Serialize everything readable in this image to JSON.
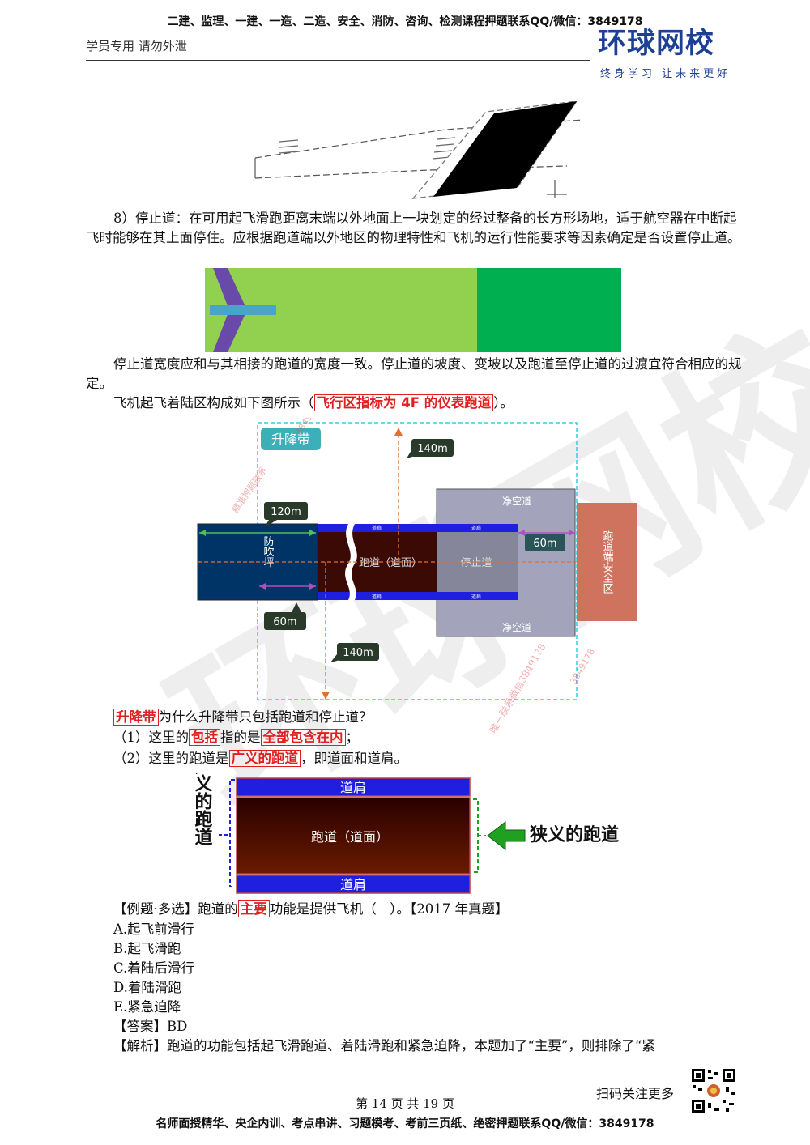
{
  "header": {
    "banner": "二建、监理、一建、一造、二造、安全、消防、咨询、检测课程押题联系QQ/微信：3849178",
    "left": "学员专用 请勿外泄",
    "logo": "环球网校",
    "slogan": "终身学习 让未来更好"
  },
  "stopway": {
    "para": "8）停止道：在可用起飞滑跑距离末端以外地面上一块划定的经过整备的长方形场地，适于航空器在中断起飞时能够在其上面停住。应根据跑道端以外地区的物理特性和飞机的运行性能要求等因素确定是否设置停止道。",
    "para2": "停止道宽度应和与其相接的跑道的宽度一致。停止道的坡度、变坡以及跑道至停止道的过渡宜符合相应的规定。",
    "para3_prefix": "飞机起飞着陆区构成如下图所示（",
    "para3_highlight": "飞行区指标为 4F 的仪表跑道",
    "para3_suffix": "）。"
  },
  "diagram": {
    "strip_label": "升降带",
    "dim_140_top": "140m",
    "dim_120": "120m",
    "dim_60_left": "60m",
    "dim_60_right": "60m",
    "dim_140_bottom": "140m",
    "blast_pad": "防吹坪",
    "runway": "跑道（道面）",
    "stopway": "停止道",
    "clearway_top": "净空道",
    "clearway_bottom": "净空道",
    "resa": "跑道端安全区",
    "shoulder_small": "道肩",
    "watermark_1": "精准押题联系",
    "watermark_2": "唯一联系微信3849178",
    "watermark_num": "3849178"
  },
  "strip_q": {
    "q_highlight": "升降带",
    "q_text": "为什么升降带只包括跑道和停止道？",
    "l1_prefix": "（1）这里的",
    "l1_h1": "包括",
    "l1_mid": "指的是",
    "l1_h2": "全部包含在内",
    "l1_suffix": "；",
    "l2_prefix": "（2）这里的跑道是",
    "l2_h": "广义的跑道",
    "l2_suffix": "，即道面和道肩。"
  },
  "diagram2": {
    "broad": "广义的跑道",
    "shoulder_top": "道肩",
    "pavement": "跑道（道面）",
    "shoulder_bottom": "道肩",
    "narrow": "狭义的跑道"
  },
  "exam": {
    "q_prefix": "【例题·多选】跑道的",
    "q_highlight": "主要",
    "q_suffix": "功能是提供飞机（　）。【2017 年真题】",
    "options": [
      "A.起飞前滑行",
      "B.起飞滑跑",
      "C.着陆后滑行",
      "D.着陆滑跑",
      "E.紧急迫降"
    ],
    "answer": "【答案】BD",
    "analysis": "【解析】跑道的功能包括起飞滑跑道、着陆滑跑和紧急迫降，本题加了“主要”，则排除了“紧"
  },
  "footer": {
    "qr_text": "扫码关注更多",
    "page": "第 14 页 共 19 页",
    "banner": "名师面授精华、央企内训、考点串讲、习题模考、考前三页纸、绝密押题联系QQ/微信：3849178"
  },
  "colors": {
    "grass_light": "#92d050",
    "grass_dark": "#00b050",
    "plane": "#6a4aa8",
    "highlight": "#e02020",
    "blue_dark": "#003366",
    "runway_dark": "#3c0000",
    "shoulder_blue": "#1f1fe0"
  }
}
